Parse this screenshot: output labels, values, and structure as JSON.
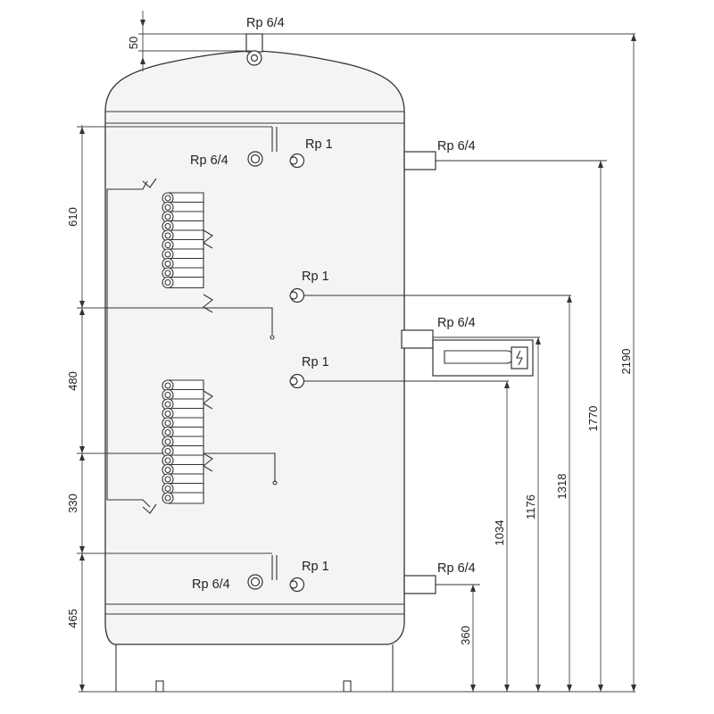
{
  "connections": {
    "top": "Rp 6/4",
    "upper_left": "Rp 6/4",
    "upper_sensor": "Rp 1",
    "upper_right": "Rp 6/4",
    "mid_sensor": "Rp 1",
    "heater": "Rp 6/4",
    "lower_sensor": "Rp 1",
    "bottom_left": "Rp 6/4",
    "bottom_sensor": "Rp 1",
    "bottom_right": "Rp 6/4"
  },
  "dimensions": {
    "top_offset": "50",
    "left": [
      "610",
      "480",
      "330",
      "465"
    ],
    "right": [
      "360",
      "1034",
      "1176",
      "1318",
      "1770",
      "2190"
    ]
  },
  "colors": {
    "line": "#333333",
    "tank_fill": "#f4f4f4",
    "background": "#ffffff"
  }
}
